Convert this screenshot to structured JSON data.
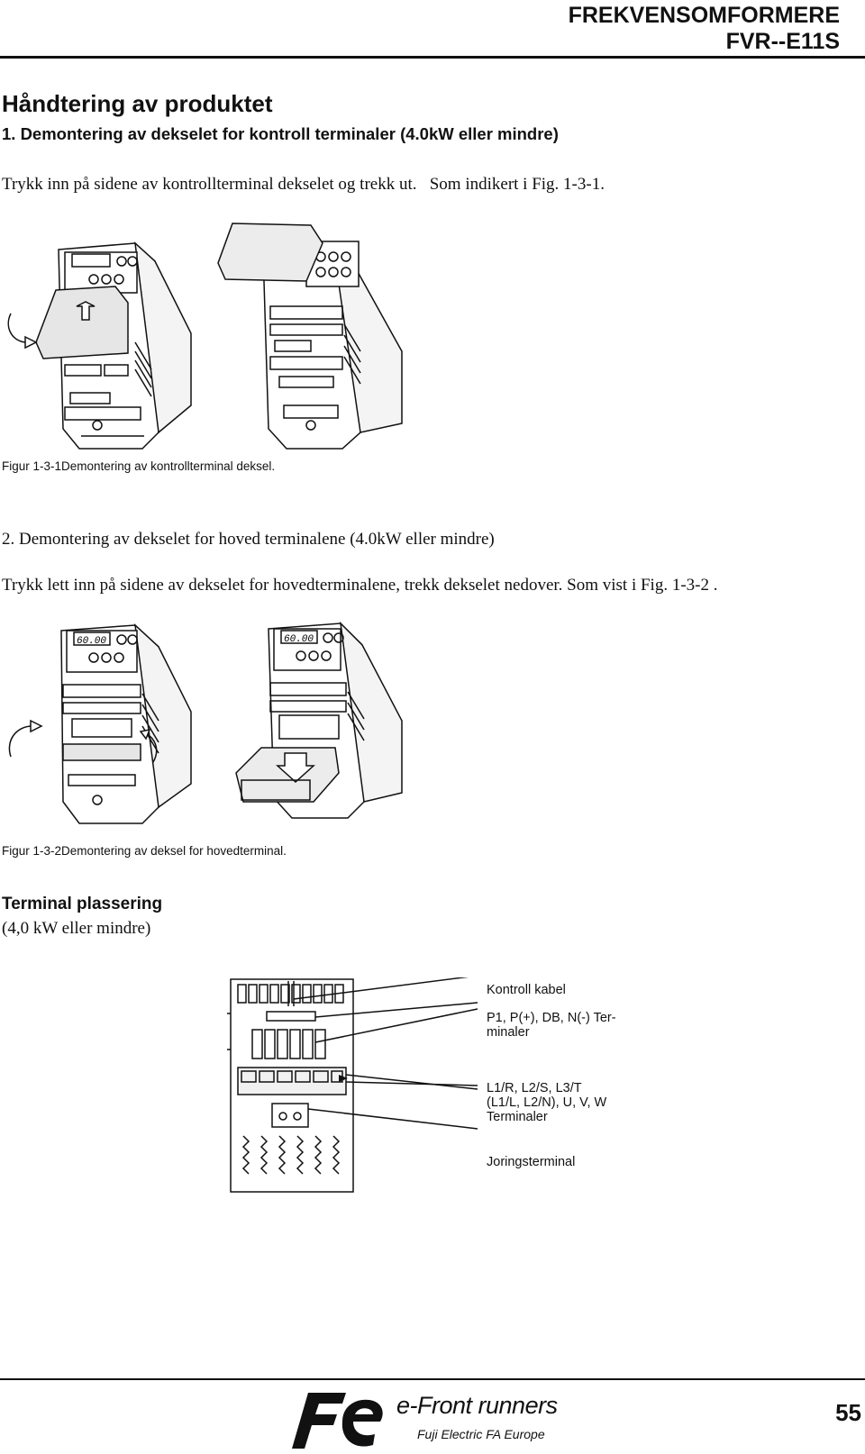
{
  "header": {
    "line1": "FREKVENSOMFORMERE",
    "line2": "FVR--E11S"
  },
  "section": {
    "title": "Håndtering av produktet",
    "step1_heading": "1. Demontering av dekselet for kontroll terminaler (4.0kW eller mindre)",
    "step1_text": "Trykk inn på sidene av kontrollterminal dekselet og trekk ut.   Som indikert i Fig. 1-3-1.",
    "fig1_caption": "Figur 1-3-1Demontering av kontrollterminal deksel.",
    "step2_heading": "2. Demontering av dekselet for hoved terminalene (4.0kW eller mindre)",
    "step2_text": "Trykk lett inn på sidene av dekselet for hovedterminalene, trekk dekselet nedover. Som vist i Fig. 1-3-2 .",
    "fig2_caption": "Figur 1-3-2Demontering av deksel for hovedterminal.",
    "terminal_heading": "Terminal plassering",
    "terminal_sub": "(4,0 kW eller mindre)"
  },
  "display_readout": "60.00",
  "terminal_callouts": [
    {
      "line1": "Kontroll kabel"
    },
    {
      "line1": "P1, P(+), DB, N(-) Ter-",
      "line2": "minaler"
    },
    {
      "line1": "L1/R, L2/S, L3/T",
      "line2": "(L1/L, L2/N), U, V, W",
      "line3": "Terminaler"
    },
    {
      "line1": "Joringsterminal"
    }
  ],
  "footer": {
    "tagline": "e-Front runners",
    "company": "Fuji Electric FA Europe",
    "page_number": "55"
  }
}
